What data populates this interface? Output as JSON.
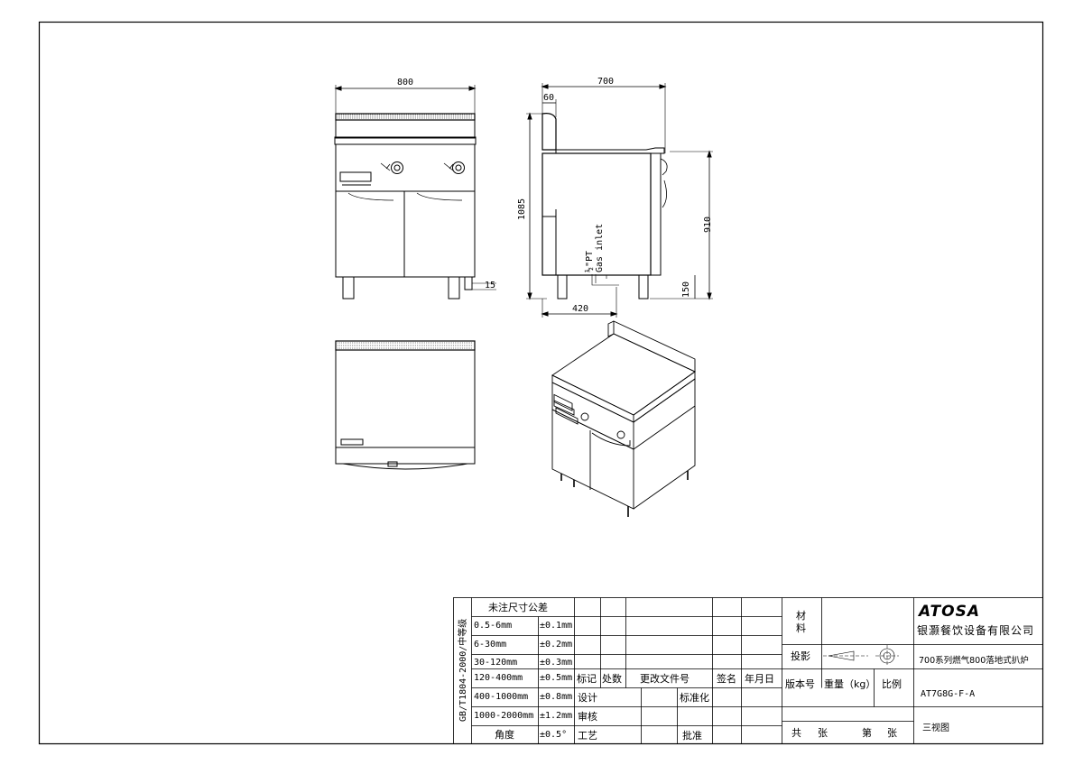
{
  "dimensions": {
    "width_overall": "800",
    "depth_overall": "700",
    "backsplash": "60",
    "height_overall": "1085",
    "height_worktop": "910",
    "leg_height": "150",
    "leg_offset": "15",
    "depth_inlet": "420",
    "gas_inlet_size": "½\"PT",
    "gas_inlet_label": "Gas inlet"
  },
  "tolerance_table": {
    "header": "未注尺寸公差",
    "standard": "GB/T1804-2000/中等级",
    "rows": [
      {
        "range": "0.5-6mm",
        "tol": "±0.1mm"
      },
      {
        "range": "6-30mm",
        "tol": "±0.2mm"
      },
      {
        "range": "30-120mm",
        "tol": "±0.3mm"
      },
      {
        "range": "120-400mm",
        "tol": "±0.5mm"
      },
      {
        "range": "400-1000mm",
        "tol": "±0.8mm"
      },
      {
        "range": "1000-2000mm",
        "tol": "±1.2mm"
      },
      {
        "range": "角度",
        "tol": "±0.5°"
      }
    ]
  },
  "revision": {
    "mark": "标记",
    "count": "处数",
    "doc": "更改文件号",
    "sign": "签名",
    "date": "年月日",
    "design": "设计",
    "standardize": "标准化",
    "review": "审核",
    "process": "工艺",
    "approve": "批准"
  },
  "title_block": {
    "material": "材料",
    "projection": "投影",
    "version": "版本号",
    "weight": "重量（kg）",
    "scale": "比例",
    "total": "共",
    "sheet": "张",
    "page": "第",
    "page_sheet": "张",
    "logo": "ATOSA",
    "company": "银灏餐饮设备有限公司",
    "product": "700系列燃气800落地式扒炉",
    "model": "AT7G8G-F-A",
    "view_name": "三视图"
  }
}
